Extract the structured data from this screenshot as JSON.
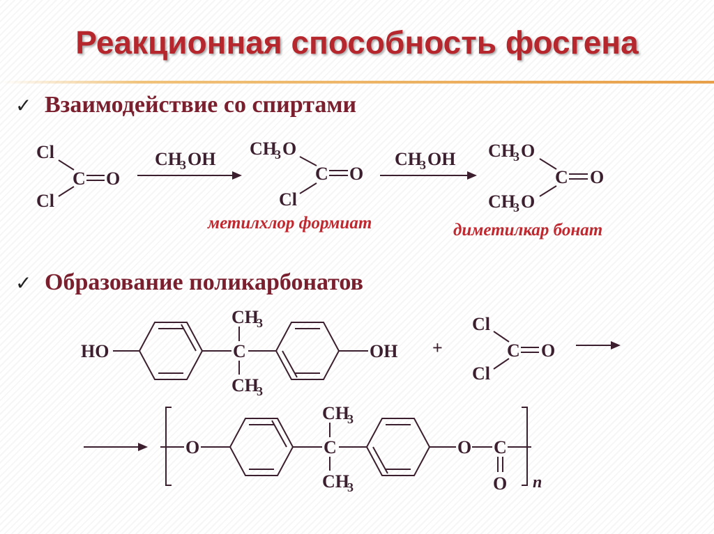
{
  "title": "Реакционная способность фосгена",
  "check_glyph": "✓",
  "section1": "Взаимодействие со спиртами",
  "section2": "Образование поликарбонатов",
  "reagent_CH3OH_main": "CH",
  "reagent_CH3OH_sub": "3",
  "reagent_CH3OH_tail": "OH",
  "atom_Cl": "Cl",
  "atom_C": "C",
  "atom_O": "O",
  "group_CH": "CH",
  "sub_3": "3",
  "group_O": "O",
  "atom_HO": "HO",
  "atom_OH": "OH",
  "plus": "+",
  "index_n": "n",
  "name_methylchloroformate": "метилхлор формиат",
  "name_dimethylcarbonate": "диметилкар бонат",
  "colors": {
    "title": "#b5272d",
    "heading": "#7a1f2e",
    "structure": "#3c1f2e",
    "compound_name": "#c0282f"
  }
}
